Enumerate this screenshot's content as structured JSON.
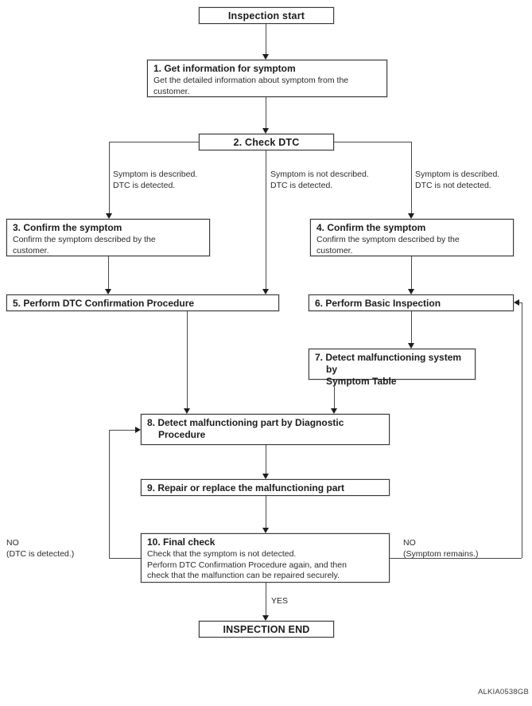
{
  "diagram": {
    "watermark": "ALKIA0538GB",
    "nodes": {
      "start": {
        "label": "Inspection start"
      },
      "step1": {
        "title": "1. Get information for symptom",
        "body": "Get the detailed information about symptom from the\ncustomer."
      },
      "step2": {
        "label": "2. Check DTC"
      },
      "step3": {
        "title": "3. Confirm the symptom",
        "body": "Confirm the symptom described by the\ncustomer."
      },
      "step4": {
        "title": "4. Confirm the symptom",
        "body": "Confirm the symptom described by the\ncustomer."
      },
      "step5": {
        "title": "5. Perform DTC Confirmation Procedure"
      },
      "step6": {
        "title": "6. Perform Basic Inspection"
      },
      "step7": {
        "title": "7. Detect malfunctioning system by\nSymptom Table"
      },
      "step8": {
        "title": "8. Detect malfunctioning part by Diagnostic\nProcedure"
      },
      "step9": {
        "title": "9. Repair or replace the malfunctioning part"
      },
      "step10": {
        "title": "10. Final check",
        "body": "Check that the symptom is not detected.\nPerform DTC Confirmation Procedure again, and then\ncheck that the malfunction can be repaired securely."
      },
      "end": {
        "label": "INSPECTION END"
      }
    },
    "branches": {
      "left": "Symptom is described.\nDTC is detected.",
      "middle": "Symptom is not described.\nDTC is detected.",
      "right": "Symptom is described.\nDTC is not detected."
    },
    "edge_labels": {
      "yes": "YES",
      "no_left": "NO\n(DTC is detected.)",
      "no_right": "NO\n(Symptom remains.)"
    },
    "colors": {
      "line": "#4a4a4a",
      "border": "#3b3b3b",
      "text": "#1c1c1c"
    }
  }
}
